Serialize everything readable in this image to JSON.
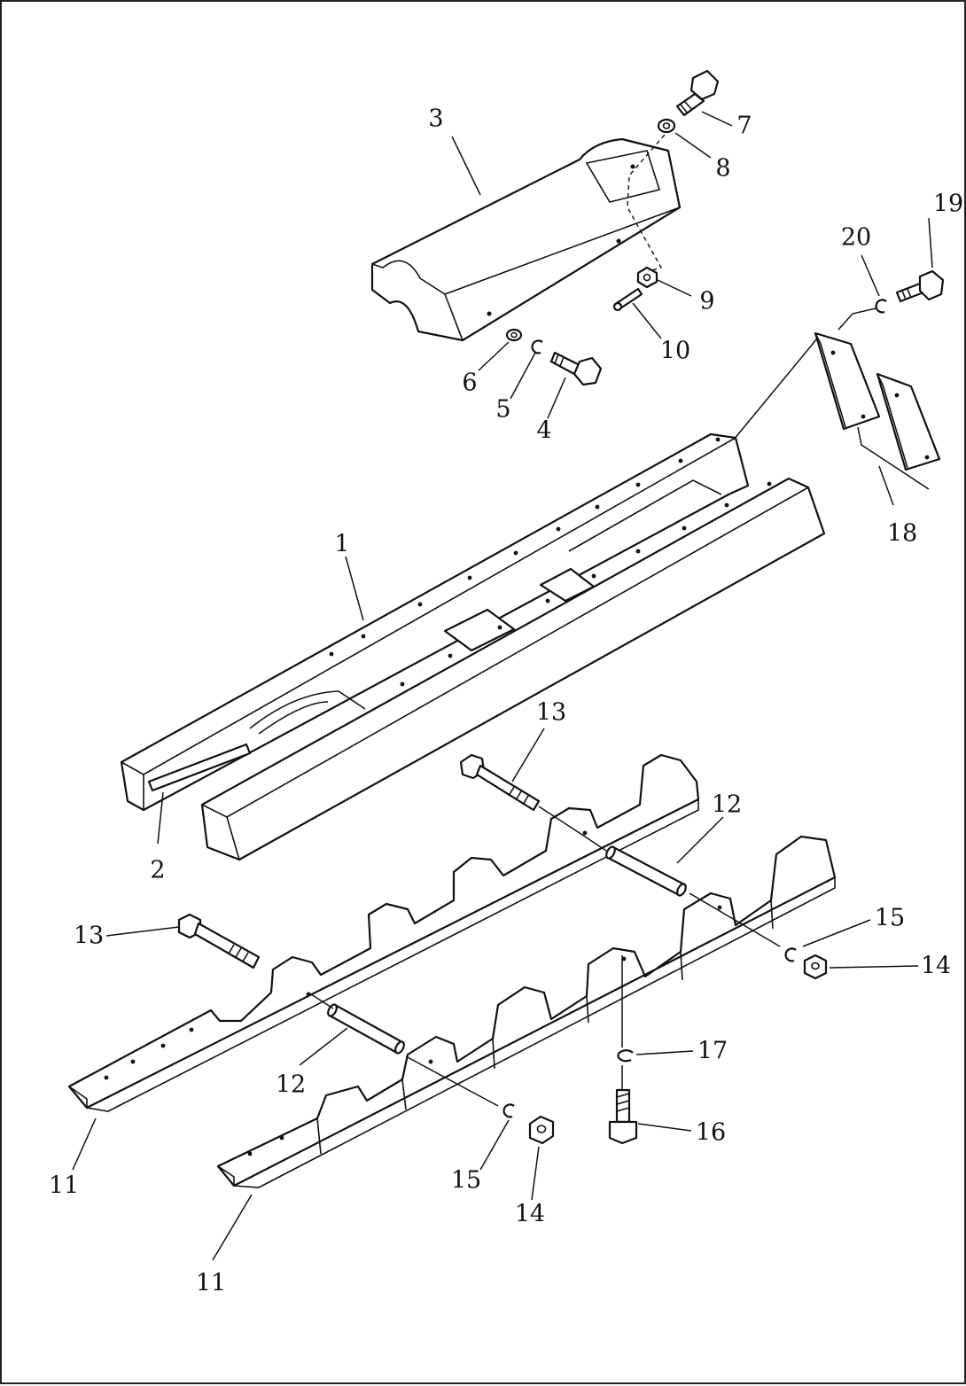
{
  "callouts": {
    "c1": "1",
    "c2": "2",
    "c3": "3",
    "c4": "4",
    "c5": "5",
    "c6": "6",
    "c7": "7",
    "c8": "8",
    "c9": "9",
    "c10": "10",
    "c11a": "11",
    "c11b": "11",
    "c12a": "12",
    "c12b": "12",
    "c13a": "13",
    "c13b": "13",
    "c14a": "14",
    "c14b": "14",
    "c15a": "15",
    "c15b": "15",
    "c16": "16",
    "c17": "17",
    "c18": "18",
    "c19": "19",
    "c20": "20"
  },
  "parts": [
    {
      "ref": "1",
      "name": "track-frame"
    },
    {
      "ref": "2",
      "name": "frame-plate"
    },
    {
      "ref": "3",
      "name": "cover"
    },
    {
      "ref": "4",
      "name": "bolt"
    },
    {
      "ref": "5",
      "name": "lock-washer"
    },
    {
      "ref": "6",
      "name": "washer"
    },
    {
      "ref": "7",
      "name": "bolt"
    },
    {
      "ref": "8",
      "name": "washer"
    },
    {
      "ref": "9",
      "name": "nut"
    },
    {
      "ref": "10",
      "name": "pin"
    },
    {
      "ref": "11",
      "name": "guard"
    },
    {
      "ref": "12",
      "name": "spacer-pipe"
    },
    {
      "ref": "13",
      "name": "long-bolt"
    },
    {
      "ref": "14",
      "name": "nut"
    },
    {
      "ref": "15",
      "name": "lock-washer"
    },
    {
      "ref": "16",
      "name": "bolt"
    },
    {
      "ref": "17",
      "name": "lock-washer"
    },
    {
      "ref": "18",
      "name": "plate"
    },
    {
      "ref": "19",
      "name": "bolt"
    },
    {
      "ref": "20",
      "name": "lock-washer"
    }
  ]
}
